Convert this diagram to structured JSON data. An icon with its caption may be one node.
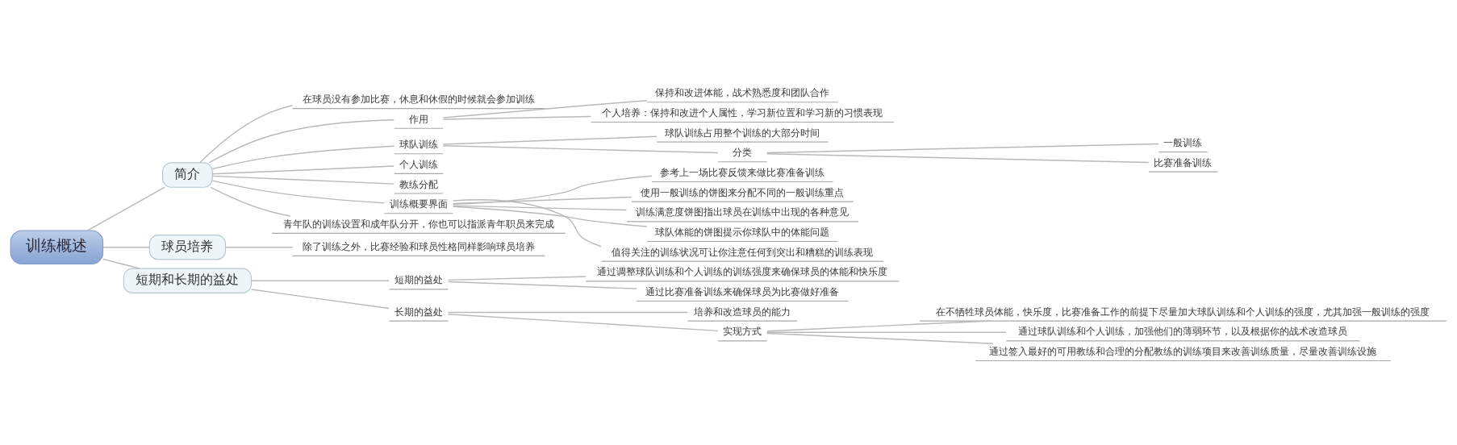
{
  "diagram": {
    "nodes": [
      {
        "text": [
          "训练概述"
        ]
      },
      {
        "text": [
          "简介"
        ]
      },
      {
        "text": [
          "在球员没有参加比赛，休息和休假的时候就会参加训练"
        ]
      },
      {
        "text": [
          "作用"
        ]
      },
      {
        "text": [
          "保持和改进体能，战术熟悉度和团队合作"
        ]
      },
      {
        "text": [
          "个人培养：保持和改进个人属性，学习新位置和学习新的习惯表现"
        ]
      },
      {
        "text": [
          "球队训练"
        ]
      },
      {
        "text": [
          "球队训练占用整个训练的大部分时间"
        ]
      },
      {
        "text": [
          "分类"
        ]
      },
      {
        "text": [
          "一般训练"
        ]
      },
      {
        "text": [
          "比赛准备训练"
        ]
      },
      {
        "text": [
          "个人训练"
        ]
      },
      {
        "text": [
          "教练分配"
        ]
      },
      {
        "text": [
          "训练概要界面"
        ]
      },
      {
        "text": [
          "参考上一场比赛反馈来做比赛准备训练"
        ]
      },
      {
        "text": [
          "使用一般训练的饼图来分配不同的一般训练重点"
        ]
      },
      {
        "text": [
          "训练满意度饼图指出球员在训练中出现的各种意见"
        ]
      },
      {
        "text": [
          "球队体能的饼图提示你球队中的体能问题"
        ]
      },
      {
        "text": [
          "值得关注的训练状况可让你注意任何到突出和糟糕的训练表现"
        ]
      },
      {
        "text": [
          "青年队的训练设置和成年队分开，你也可以指派青年职员来完成"
        ]
      },
      {
        "text": [
          "球员培养"
        ]
      },
      {
        "text": [
          "除了训练之外，比赛经验和球员性格同样影响球员培养"
        ]
      },
      {
        "text": [
          "短期和长期的益处"
        ]
      },
      {
        "text": [
          "短期的益处"
        ]
      },
      {
        "text": [
          "通过调整球队训练和个人训练的训练强度来确保球员的体能和快乐度"
        ]
      },
      {
        "text": [
          "通过比赛准备训练来确保球员为比赛做好准备"
        ]
      },
      {
        "text": [
          "长期的益处"
        ]
      },
      {
        "text": [
          "培养和改造球员的能力"
        ]
      },
      {
        "text": [
          "实现方式"
        ]
      },
      {
        "text": [
          "在不牺牲球员体能，快乐度，比赛准备工作的前提下尽量加大球队训练和个人训练的强度，尤其加强一般训练的强度"
        ]
      },
      {
        "text": [
          "通过球队训练和个人训练，加强他们的薄弱环节，以及根据你的战术改造球员"
        ]
      },
      {
        "text": [
          "通过签入最好的可用教练和合理的分配教练的训练项目来改善训练质量，尽量改善训练设施"
        ]
      }
    ],
    "edges": [
      {
        "from": 0,
        "to": 1,
        "arrow": "none"
      },
      {
        "from": 1,
        "to": 2,
        "arrow": "none"
      },
      {
        "from": 1,
        "to": 3,
        "arrow": "none"
      },
      {
        "from": 3,
        "to": 4,
        "arrow": "none"
      },
      {
        "from": 3,
        "to": 5,
        "arrow": "none"
      },
      {
        "from": 1,
        "to": 6,
        "arrow": "none"
      },
      {
        "from": 6,
        "to": 7,
        "arrow": "none"
      },
      {
        "from": 6,
        "to": 8,
        "arrow": "none"
      },
      {
        "from": 8,
        "to": 9,
        "arrow": "none"
      },
      {
        "from": 8,
        "to": 10,
        "arrow": "none"
      },
      {
        "from": 1,
        "to": 11,
        "arrow": "none"
      },
      {
        "from": 1,
        "to": 12,
        "arrow": "none"
      },
      {
        "from": 1,
        "to": 13,
        "arrow": "none"
      },
      {
        "from": 13,
        "to": 14,
        "arrow": "none"
      },
      {
        "from": 13,
        "to": 15,
        "arrow": "none"
      },
      {
        "from": 13,
        "to": 16,
        "arrow": "none"
      },
      {
        "from": 13,
        "to": 17,
        "arrow": "none"
      },
      {
        "from": 13,
        "to": 18,
        "arrow": "none"
      },
      {
        "from": 1,
        "to": 19,
        "arrow": "none"
      },
      {
        "from": 0,
        "to": 20,
        "arrow": "none"
      },
      {
        "from": 20,
        "to": 21,
        "arrow": "none"
      },
      {
        "from": 0,
        "to": 22,
        "arrow": "none"
      },
      {
        "from": 22,
        "to": 23,
        "arrow": "none"
      },
      {
        "from": 23,
        "to": 24,
        "arrow": "none"
      },
      {
        "from": 23,
        "to": 25,
        "arrow": "none"
      },
      {
        "from": 22,
        "to": 26,
        "arrow": "none"
      },
      {
        "from": 26,
        "to": 27,
        "arrow": "none"
      },
      {
        "from": 26,
        "to": 28,
        "arrow": "none"
      },
      {
        "from": 28,
        "to": 29,
        "arrow": "none"
      },
      {
        "from": 28,
        "to": 30,
        "arrow": "none"
      },
      {
        "from": 28,
        "to": 31,
        "arrow": "none"
      }
    ]
  }
}
